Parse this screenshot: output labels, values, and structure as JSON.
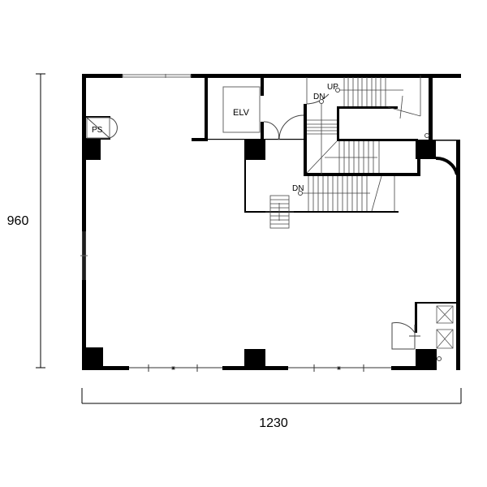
{
  "labels": {
    "elevator": "ELV",
    "pipe_shaft": "PS",
    "stair_up": "UP",
    "stair_down_upper": "DN",
    "stair_down_lower": "DN"
  },
  "dimensions": {
    "height": "960",
    "width": "1230"
  },
  "colors": {
    "wall": "#000000",
    "fixture": "#555555",
    "background": "#ffffff"
  }
}
